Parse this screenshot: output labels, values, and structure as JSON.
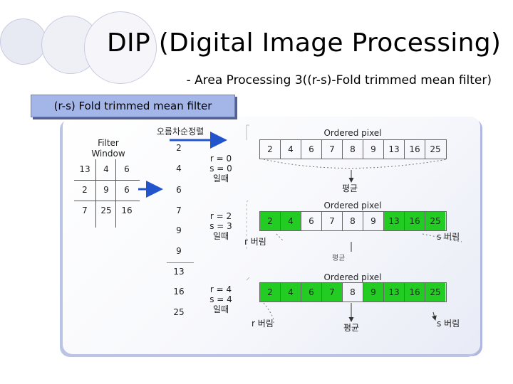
{
  "slide": {
    "title": "DIP (Digital Image Processing)",
    "subtitle": "- Area Processing 3((r-s)-Fold trimmed mean filter)",
    "section_label": "(r-s) Fold trimmed mean filter"
  },
  "diagram": {
    "sort_label": "오름차순정렬",
    "filter_window_label": "Filter Window",
    "filter_window": [
      "13",
      "4",
      "6",
      "2",
      "9",
      "6",
      "7",
      "25",
      "16"
    ],
    "sorted_column": [
      "2",
      "4",
      "6",
      "7",
      "9",
      "9",
      "13",
      "16",
      "25"
    ],
    "ordered_pixel_label": "Ordered pixel",
    "average_label": "평균",
    "r_trim_label": "r 버림",
    "s_trim_label": "s 버림",
    "rows": [
      {
        "case_lines": [
          "r = 0",
          "s = 0",
          "일때"
        ],
        "pixels": [
          "2",
          "4",
          "6",
          "7",
          "8",
          "9",
          "13",
          "16",
          "25"
        ],
        "green": [
          false,
          false,
          false,
          false,
          false,
          false,
          false,
          false,
          false
        ]
      },
      {
        "case_lines": [
          "r = 2",
          "s = 3",
          "일때"
        ],
        "pixels": [
          "2",
          "4",
          "6",
          "7",
          "8",
          "9",
          "13",
          "16",
          "25"
        ],
        "green": [
          true,
          true,
          false,
          false,
          false,
          false,
          true,
          true,
          true
        ]
      },
      {
        "case_lines": [
          "r = 4",
          "s = 4",
          "일때"
        ],
        "pixels": [
          "2",
          "4",
          "6",
          "7",
          "8",
          "9",
          "13",
          "16",
          "25"
        ],
        "green": [
          true,
          true,
          true,
          true,
          false,
          true,
          true,
          true,
          true
        ]
      }
    ]
  }
}
